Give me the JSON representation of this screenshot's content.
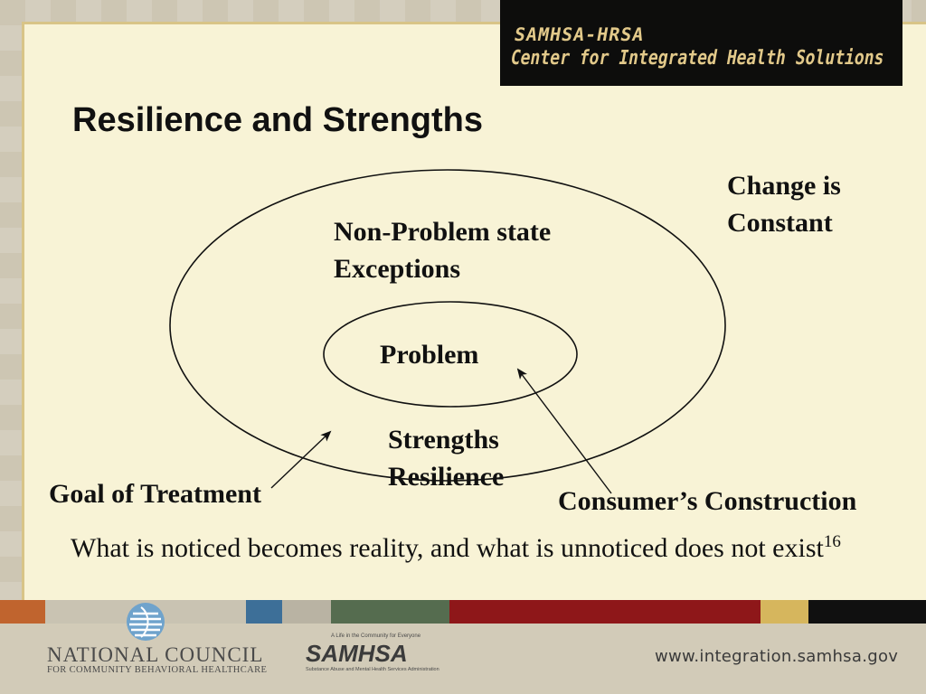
{
  "header": {
    "org_line1": "SAMHSA-HRSA",
    "org_line2": "Center for Integrated Health Solutions"
  },
  "slide": {
    "title": "Resilience and Strengths",
    "diagram": {
      "outer_label_line1": "Non-Problem state",
      "outer_label_line2": "Exceptions",
      "inner_label": "Problem",
      "strengths_line1": "Strengths",
      "strengths_line2": "Resilience",
      "change_line1": "Change is",
      "change_line2": "Constant",
      "goal_label": "Goal of Treatment",
      "consumer_label": "Consumer’s Construction"
    },
    "caption": {
      "text": "What is noticed becomes reality, and what is unnoticed does not exist",
      "footnote": "16"
    }
  },
  "footer": {
    "stripe_colors": [
      "#c0642e",
      "#c9c3b2",
      "#3d6f98",
      "#b9b3a3",
      "#556c4f",
      "#8e1719",
      "#d6b65d",
      "#101010"
    ],
    "national_council_line1": "NATIONAL COUNCIL",
    "national_council_line2": "FOR COMMUNITY BEHAVIORAL HEALTHCARE",
    "samhsa_tagline": "A Life in the Community for Everyone",
    "samhsa_name": "SAMHSA",
    "samhsa_subtitle": "Substance Abuse and Mental Health Services Administration",
    "website": "www.integration.samhsa.gov"
  }
}
